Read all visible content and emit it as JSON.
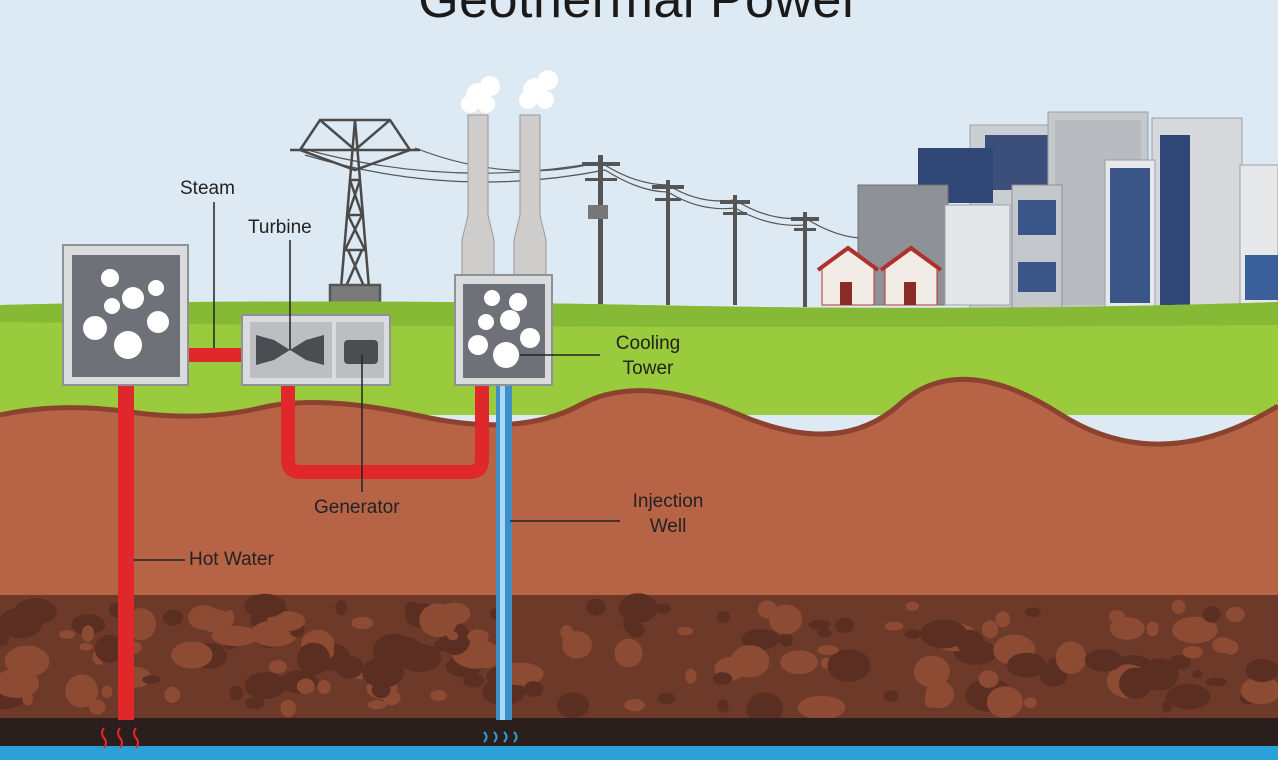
{
  "title": "Geothermal Power",
  "labels": {
    "steam": "Steam",
    "turbine": "Turbine",
    "cooling_tower_line1": "Cooling",
    "cooling_tower_line2": "Tower",
    "generator": "Generator",
    "injection_well_line1": "Injection",
    "injection_well_line2": "Well",
    "hot_water": "Hot Water"
  },
  "colors": {
    "sky": "#dde9f3",
    "grass": "#9acb3c",
    "soil": "#b76446",
    "rock_layer": "#6d3a29",
    "bedrock": "#2b1f1d",
    "water": "#2d9fd8",
    "hot_pipe": "#e0282b",
    "cold_pipe": "#3c8fc9"
  }
}
